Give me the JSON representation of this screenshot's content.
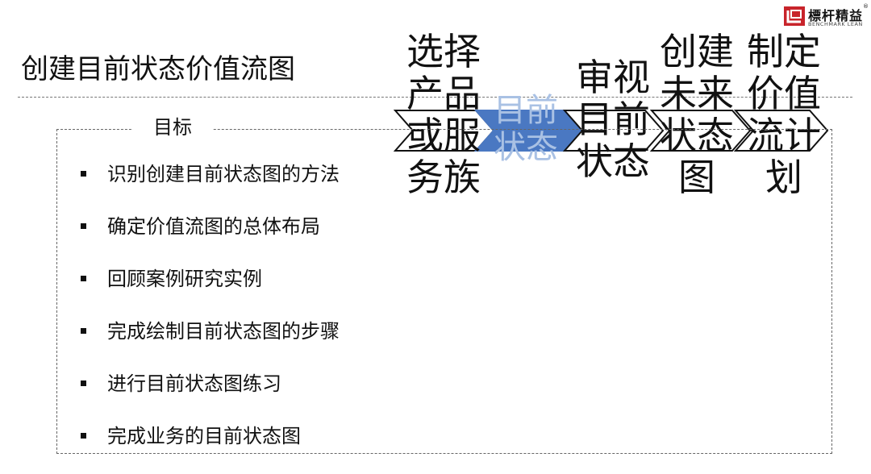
{
  "page": {
    "title": "创建目前状态价值流图"
  },
  "logo": {
    "name": "標杆精益",
    "subtitle": "BENCHMARK LEAN",
    "registered": "®"
  },
  "goals": {
    "label": "目标",
    "items": [
      "识别创建目前状态图的方法",
      "确定价值流图的总体布局",
      "回顾案例研究实例",
      "完成绘制目前状态图的步骤",
      "进行目前状态图练习",
      "完成业务的目前状态图"
    ]
  },
  "flow": {
    "accent": "#4a78c2",
    "steps": [
      {
        "text": "选择产品或服务族",
        "highlighted": false
      },
      {
        "text": "目前状态",
        "highlighted": true
      },
      {
        "text": "审视目前状态",
        "highlighted": false
      },
      {
        "text": "创建未来状态图",
        "highlighted": false
      },
      {
        "text": "制定价值流计划",
        "highlighted": false
      }
    ]
  }
}
